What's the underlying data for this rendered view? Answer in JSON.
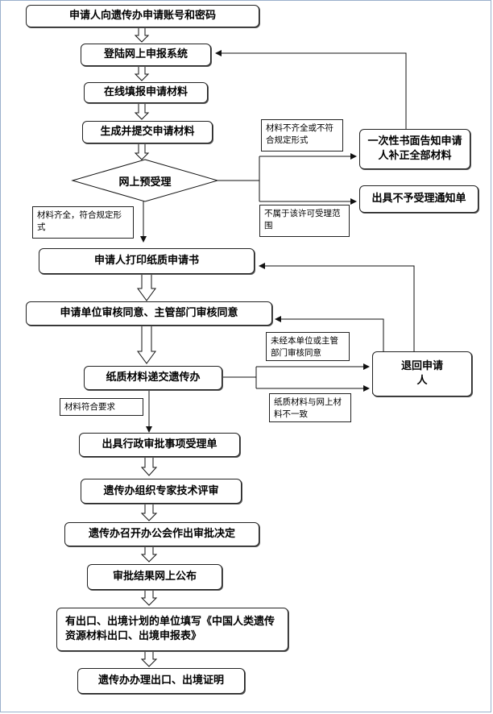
{
  "steps": {
    "s1": "申请人向遗传办申请账号和密码",
    "s2": "登陆网上申报系统",
    "s3": "在线填报申请材料",
    "s4": "生成并提交申请材料",
    "d1": "网上预受理",
    "s5": "申请人打印纸质申请书",
    "s6": "申请单位审核同意、主管部门审核同意",
    "s7": "纸质材料递交遗传办",
    "s8": "出具行政审批事项受理单",
    "s9": "遗传办组织专家技术评审",
    "s10": "遗传办召开办公会作出审批决定",
    "s11": "审批结果网上公布",
    "s12": "有出口、出境计划的单位填写《中国人类遗传资源材料出口、出境申报表》",
    "s13": "遗传办办理出口、出境证明"
  },
  "side_boxes": {
    "supplement": "一次性书面告知申请人补正全部材料",
    "reject_notice": "出具不予受理通知单",
    "return": "退回申请人"
  },
  "notes": {
    "incomplete": "材料不齐全或不符合规定形式",
    "out_of_scope": "不属于该许可受理范围",
    "complete": "材料齐全，符合规定形式",
    "not_approved": "未经本单位或主管部门审核同意",
    "mismatch": "纸质材料与网上材料不一致",
    "meets": "材料符合要求"
  },
  "colors": {
    "line": "#111111",
    "frame": "#9ab0cc"
  }
}
